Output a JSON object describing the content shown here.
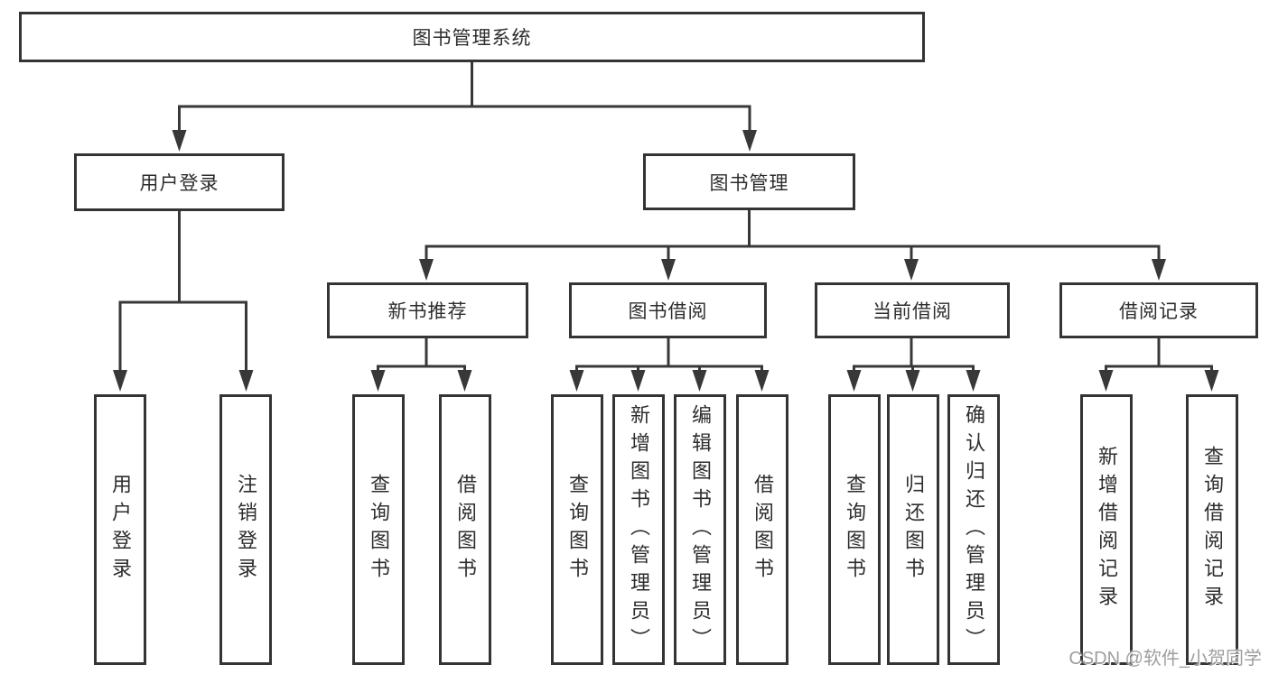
{
  "tree": {
    "root": {
      "label": "图书管理系统"
    },
    "level1": [
      {
        "label": "用户登录"
      },
      {
        "label": "图书管理"
      }
    ],
    "level2": [
      {
        "label": "新书推荐"
      },
      {
        "label": "图书借阅"
      },
      {
        "label": "当前借阅"
      },
      {
        "label": "借阅记录"
      }
    ],
    "leaves": {
      "user": [
        {
          "label": "用户登录"
        },
        {
          "label": "注销登录"
        }
      ],
      "recommend": [
        {
          "label": "查询图书"
        },
        {
          "label": "借阅图书"
        }
      ],
      "borrow": [
        {
          "label": "查询图书"
        },
        {
          "label": "新增图书（管理员）"
        },
        {
          "label": "编辑图书（管理员）"
        },
        {
          "label": "借阅图书"
        }
      ],
      "current": [
        {
          "label": "查询图书"
        },
        {
          "label": "归还图书"
        },
        {
          "label": "确认归还（管理员）"
        }
      ],
      "records": [
        {
          "label": "新增借阅记录"
        },
        {
          "label": "查询借阅记录"
        }
      ]
    }
  },
  "watermark": {
    "text": "CSDN @软件_小贺同学"
  },
  "colors": {
    "line": "#383838",
    "box_border": "#343434",
    "text": "#2d2d2d",
    "watermark": "#9e9e9e",
    "background": "#ffffff"
  }
}
